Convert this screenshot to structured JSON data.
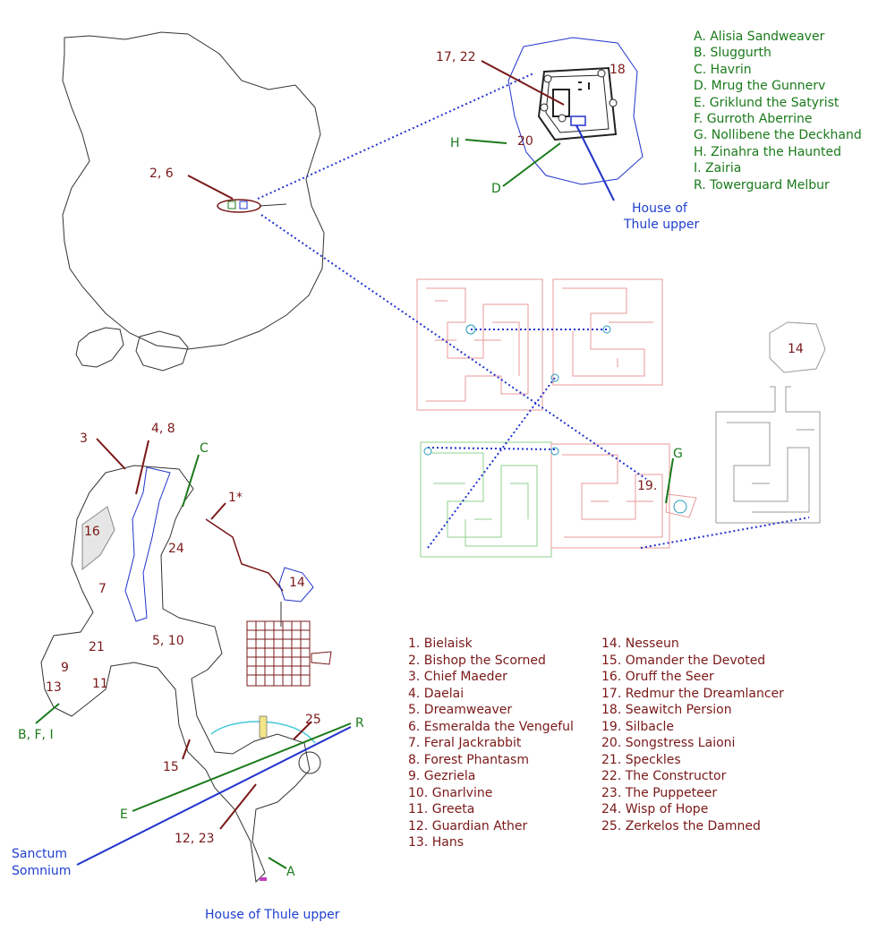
{
  "colors": {
    "npc_number": "#7a1818",
    "npc_letter": "#1a7a1a",
    "location": "#1f3fcf",
    "wall": "#222222",
    "maze_red": "#e89a9a",
    "maze_green": "#8fd08f",
    "maze_gray": "#9a9a9a",
    "link_blue": "#2233cc"
  },
  "map_labels": {
    "l_17_22": "17, 22",
    "l_18": "18",
    "l_20": "20",
    "l_H": "H",
    "l_D": "D",
    "l_house_upper_1": "House of",
    "l_house_upper_2": "Thule upper",
    "l_2_6": "2, 6",
    "l_14_top": "14",
    "l_G": "G",
    "l_19": "19.",
    "l_3": "3",
    "l_4_8": "4, 8",
    "l_C": "C",
    "l_1star": "1*",
    "l_16": "16",
    "l_24": "24",
    "l_7": "7",
    "l_14_bottom": "14",
    "l_21": "21",
    "l_5_10": "5, 10",
    "l_9": "9",
    "l_11": "11",
    "l_13": "13",
    "l_BFI": "B, F, I",
    "l_25": "25",
    "l_R": "R",
    "l_15": "15",
    "l_E": "E",
    "l_12_23": "12, 23",
    "l_sanctum_1": "Sanctum",
    "l_sanctum_2": "Somnium",
    "l_A": "A"
  },
  "legend_numbers_col1": [
    "1. Bielaisk",
    "2. Bishop the Scorned",
    "3. Chief Maeder",
    "4. Daelai",
    "5. Dreamweaver",
    "6. Esmeralda the Vengeful",
    "7. Feral Jackrabbit",
    "8. Forest Phantasm",
    "9. Gezriela",
    "10. Gnarlvine",
    "11. Greeta",
    "12. Guardian Ather",
    "13. Hans"
  ],
  "legend_numbers_col2": [
    "14. Nesseun",
    "15. Omander the Devoted",
    "16. Oruff the Seer",
    "17. Redmur the Dreamlancer",
    "18. Seawitch Persion",
    "19. Silbacle",
    "20. Songstress Laioni",
    "21. Speckles",
    "22. The Constructor",
    "23. The Puppeteer",
    "24. Wisp of Hope",
    "25. Zerkelos the Damned"
  ],
  "legend_letters": [
    "A. Alisia Sandweaver",
    "B. Sluggurth",
    "C. Havrin",
    "D. Mrug the Gunnerv",
    "E. Griklund the Satyrist",
    "F. Gurroth Aberrine",
    "G. Nollibene the Deckhand",
    "H. Zinahra the Haunted",
    "I. Zairia",
    "R. Towerguard Melbur"
  ],
  "caption": "House of Thule upper"
}
